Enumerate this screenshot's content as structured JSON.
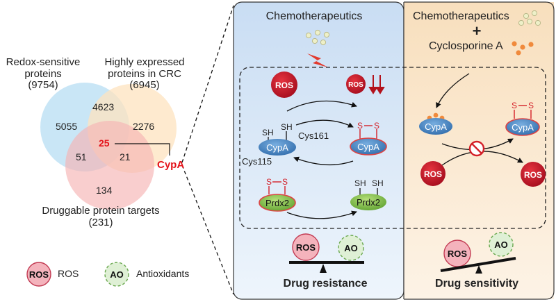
{
  "colors": {
    "venn_redox": "#bfe2f5",
    "venn_expressed": "#fde6c4",
    "venn_druggable": "#f7bcbc",
    "panel_resistance": "#d9e8f7",
    "panel_sensitivity": "#fbe8cf",
    "ros": "#c8102e",
    "cypa": "#3d7fc2",
    "prdx2": "#7bc043",
    "highlight": "#e4141b"
  },
  "venn": {
    "sets": [
      {
        "label_lines": [
          "Redox-sensitive",
          "proteins"
        ],
        "total": "(9754)"
      },
      {
        "label_lines": [
          "Highly expressed",
          "proteins in CRC"
        ],
        "total": "(6945)"
      },
      {
        "label_lines": [
          "Druggable protein targets"
        ],
        "total": "(231)"
      }
    ],
    "regions": {
      "redox_only": "5055",
      "redox_expressed": "4623",
      "expressed_only": "2276",
      "redox_druggable": "51",
      "all_three": "25",
      "expressed_druggable": "21",
      "druggable_only": "134"
    },
    "callout": "CypA"
  },
  "legend": {
    "ros_token": "ROS",
    "ros_label": "ROS",
    "ao_token": "AO",
    "ao_label": "Antioxidants"
  },
  "resistance_panel": {
    "title": "Chemotherapeutics",
    "ros_left": "ROS",
    "ros_right": "ROS",
    "ros_down": "↓↓",
    "sh_left_1": "SH",
    "sh_left_2": "SH",
    "cys161": "Cys161",
    "cys115": "Cys115",
    "cypa_reduced": "CypA",
    "cypa_oxidized": "CypA",
    "s_left": "S",
    "s_right": "S",
    "prdx_left": "Prdx2",
    "prdx_right": "Prdx2",
    "prdx_s_left": "S",
    "prdx_s_right": "S",
    "prdx_sh_1": "SH",
    "prdx_sh_2": "SH",
    "balance_ros": "ROS",
    "balance_ao": "AO",
    "outcome": "Drug resistance"
  },
  "sensitivity_panel": {
    "title": "Chemotherapeutics",
    "plus": "+",
    "drug": "Cyclosporine A",
    "cypa_bound": "CypA",
    "cypa_oxidized": "CypA",
    "s_left": "S",
    "s_right": "S",
    "ros_left": "ROS",
    "ros_right": "ROS",
    "balance_ros": "ROS",
    "balance_ao": "AO",
    "outcome": "Drug sensitivity"
  }
}
